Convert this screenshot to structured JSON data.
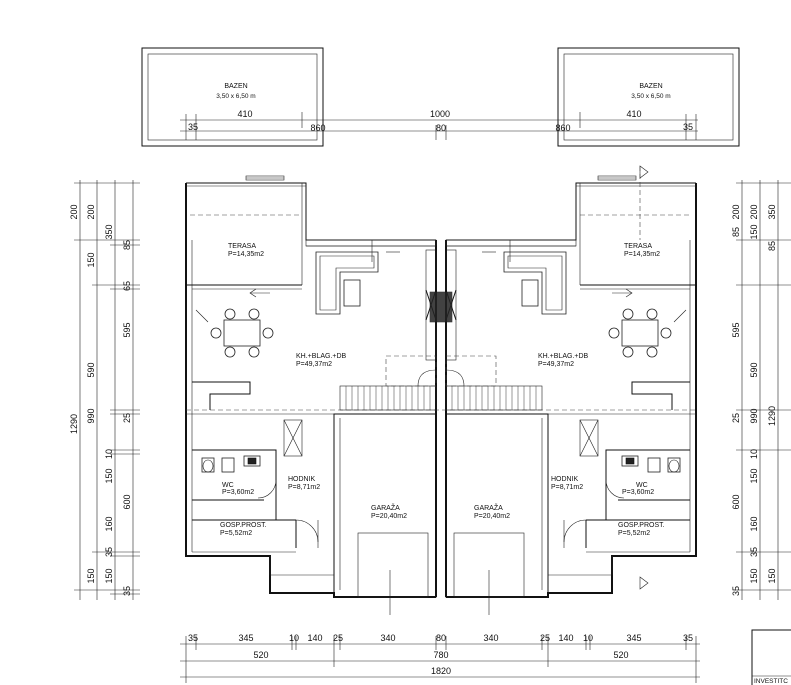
{
  "pools": [
    {
      "name": "BAZEN",
      "size": "3,50 x 6,50 m"
    },
    {
      "name": "BAZEN",
      "size": "3,50 x 6,50 m"
    }
  ],
  "top_dims": {
    "pool_left_width": "410",
    "pool_right_width": "410",
    "edge_left": "35",
    "edge_right": "35",
    "gap_left": "860",
    "gap_right": "860",
    "center_total": "1000",
    "center_mid": "80"
  },
  "rooms": {
    "left": [
      {
        "name": "TERASA",
        "area": "P=14,35m2"
      },
      {
        "name": "KH.+BLAG.+DB",
        "area": "P=49,37m2"
      },
      {
        "name": "HODNIK",
        "area": "P=8,71m2"
      },
      {
        "name": "WC",
        "area": "P=3,60m2"
      },
      {
        "name": "GOSP.PROST.",
        "area": "P=5,52m2"
      },
      {
        "name": "GARAŽA",
        "area": "P=20,40m2"
      }
    ],
    "right": [
      {
        "name": "TERASA",
        "area": "P=14,35m2"
      },
      {
        "name": "KH.+BLAG.+DB",
        "area": "P=49,37m2"
      },
      {
        "name": "HODNIK",
        "area": "P=8,71m2"
      },
      {
        "name": "WC",
        "area": "P=3,60m2"
      },
      {
        "name": "GOSP.PROST.",
        "area": "P=5,52m2"
      },
      {
        "name": "GARAŽA",
        "area": "P=20,40m2"
      }
    ]
  },
  "bottom_dims": {
    "row1": [
      "35",
      "345",
      "10",
      "140",
      "25",
      "340",
      "80",
      "340",
      "25",
      "140",
      "10",
      "345",
      "35"
    ],
    "row2": [
      "520",
      "780",
      "520"
    ],
    "row3": "1820"
  },
  "left_dims": {
    "outer": "1290",
    "mid": [
      "200",
      "150",
      "590",
      "990",
      "150"
    ],
    "inner": [
      "200",
      "350",
      "85",
      "595",
      "25",
      "10",
      "150",
      "600",
      "160",
      "35",
      "150",
      "35"
    ],
    "extra": [
      "65"
    ]
  },
  "right_dims": {
    "labels": [
      "200",
      "200",
      "350",
      "85",
      "150",
      "85",
      "595",
      "590",
      "25",
      "990",
      "1290",
      "10",
      "150",
      "600",
      "160",
      "35",
      "150",
      "150",
      "35"
    ]
  },
  "title_block": {
    "investor_label": "INVESTITC"
  }
}
